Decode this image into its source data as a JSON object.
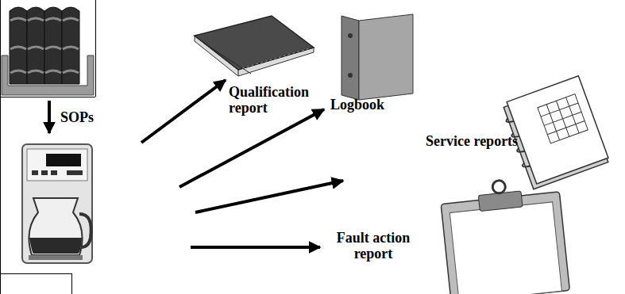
{
  "diagram": {
    "labels": [
      "SOPs",
      "Qualification report",
      "Logbook",
      "Service reports",
      "Fault action report"
    ]
  }
}
